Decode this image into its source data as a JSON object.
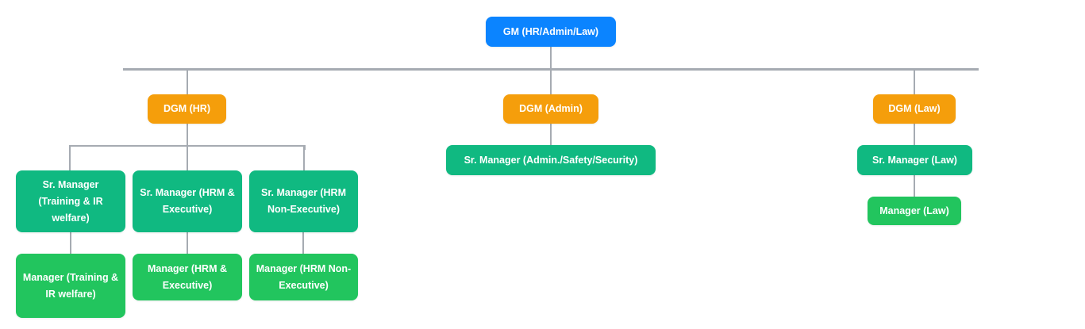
{
  "colors": {
    "root": "#0b84ff",
    "dgm": "#f59e0b",
    "senior_manager": "#10b981",
    "manager": "#22c55e",
    "connector": "#a6abb2"
  },
  "org": {
    "gm": "GM (HR/Admin/Law)",
    "hr": {
      "dgm": "DGM (HR)",
      "training_sr": "Sr. Manager (Training & IR welfare)",
      "training_mgr": "Manager (Training & IR welfare)",
      "hrm_exec_sr": "Sr. Manager (HRM & Executive)",
      "hrm_exec_mgr": "Manager (HRM & Executive)",
      "hrm_nonexec_sr": "Sr. Manager (HRM Non-Executive)",
      "hrm_nonexec_mgr": "Manager (HRM Non-Executive)"
    },
    "admin": {
      "dgm": "DGM (Admin)",
      "sr": "Sr. Manager (Admin./Safety/Security)"
    },
    "law": {
      "dgm": "DGM (Law)",
      "sr": "Sr. Manager (Law)",
      "mgr": "Manager (Law)"
    }
  }
}
